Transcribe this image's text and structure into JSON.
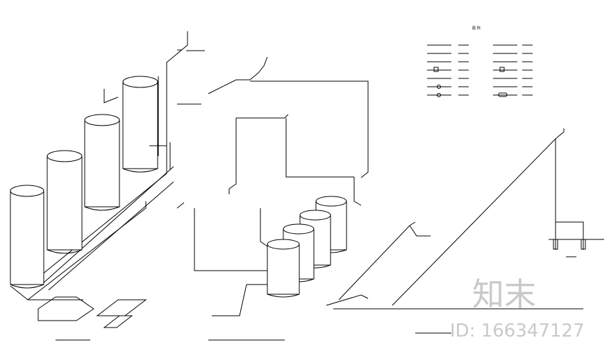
{
  "legend": {
    "title": "图 例",
    "items": [
      "",
      "",
      "",
      "",
      "",
      "",
      "",
      "",
      "",
      "",
      "",
      "",
      "",
      ""
    ]
  },
  "watermark": {
    "brand": "知末",
    "id_text": "ID: 166347127"
  },
  "colors": {
    "line": "#000000",
    "background": "#ffffff",
    "watermark": "#c9c9c9"
  }
}
